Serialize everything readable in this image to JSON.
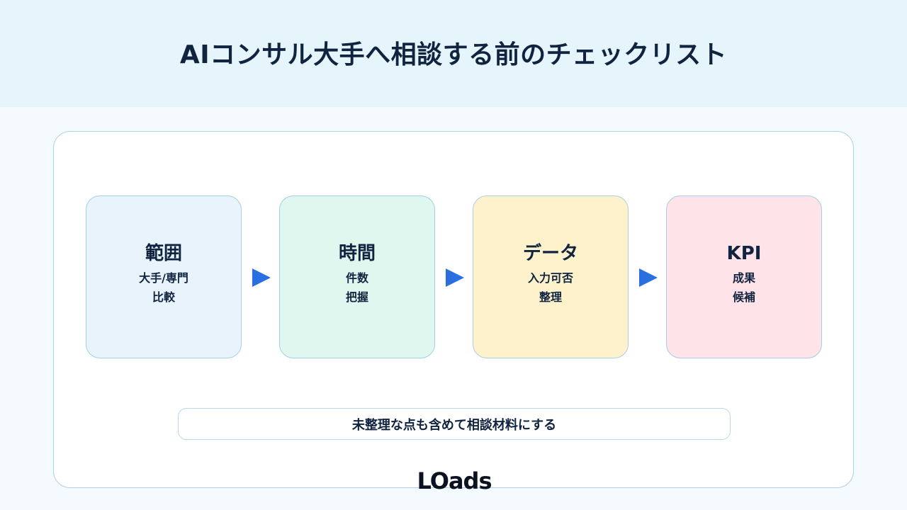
{
  "header": {
    "title": "AIコンサル大手へ相談する前のチェックリスト"
  },
  "steps": [
    {
      "title": "範囲",
      "lines": [
        "大手/専門",
        "比較"
      ]
    },
    {
      "title": "時間",
      "lines": [
        "件数",
        "把握"
      ]
    },
    {
      "title": "データ",
      "lines": [
        "入力可否",
        "整理"
      ]
    },
    {
      "title": "KPI",
      "lines": [
        "成果",
        "候補"
      ]
    }
  ],
  "colors": {
    "arrow": "#2a6fe0",
    "card_backgrounds": [
      "#e8f3fc",
      "#e0f7f0",
      "#fef2cc",
      "#fee3e8"
    ],
    "text": "#10233f"
  },
  "note": {
    "text": "未整理な点も含めて相談材料にする"
  },
  "footer": {
    "logo_text": "LOads"
  }
}
